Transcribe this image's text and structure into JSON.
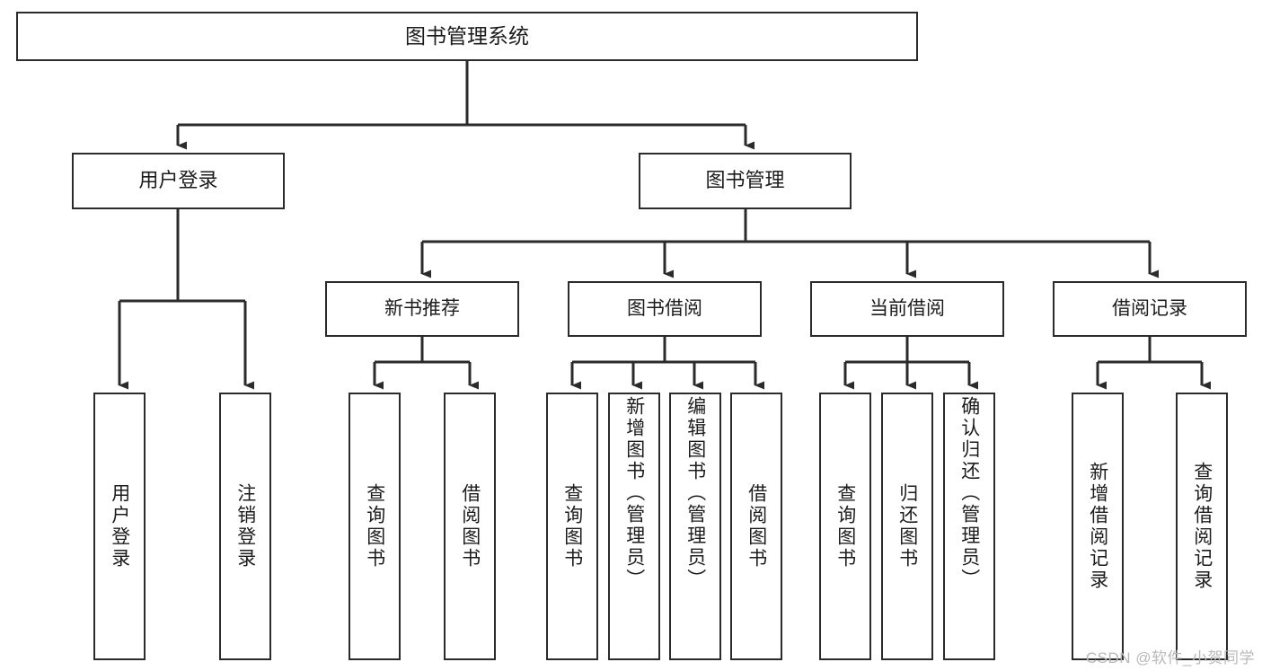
{
  "diagram": {
    "title": "图书管理系统",
    "type": "tree-hierarchy",
    "colors": {
      "box_border": "#2b2b2b",
      "box_fill": "#ffffff",
      "connector": "#2b2b2b",
      "text": "#1c1c1c",
      "watermark": "#b9b9b9"
    }
  },
  "root": {
    "label": "图书管理系统"
  },
  "level2": [
    {
      "label": "用户登录"
    },
    {
      "label": "图书管理"
    }
  ],
  "level3": [
    {
      "label": "新书推荐"
    },
    {
      "label": "图书借阅"
    },
    {
      "label": "当前借阅"
    },
    {
      "label": "借阅记录"
    }
  ],
  "leaves": {
    "user_login": [
      {
        "label": "用户登录"
      },
      {
        "label": "注销登录"
      }
    ],
    "new_book_recommend": [
      {
        "label": "查询图书"
      },
      {
        "label": "借阅图书"
      }
    ],
    "book_borrow": [
      {
        "label": "查询图书"
      },
      {
        "label": "新增图书（管理员）"
      },
      {
        "label": "编辑图书（管理员）"
      },
      {
        "label": "借阅图书"
      }
    ],
    "current_borrow": [
      {
        "label": "查询图书"
      },
      {
        "label": "归还图书"
      },
      {
        "label": "确认归还（管理员）"
      }
    ],
    "borrow_record": [
      {
        "label": "新增借阅记录"
      },
      {
        "label": "查询借阅记录"
      }
    ]
  },
  "watermark": {
    "text": "CSDN @软件_小贺同学"
  }
}
